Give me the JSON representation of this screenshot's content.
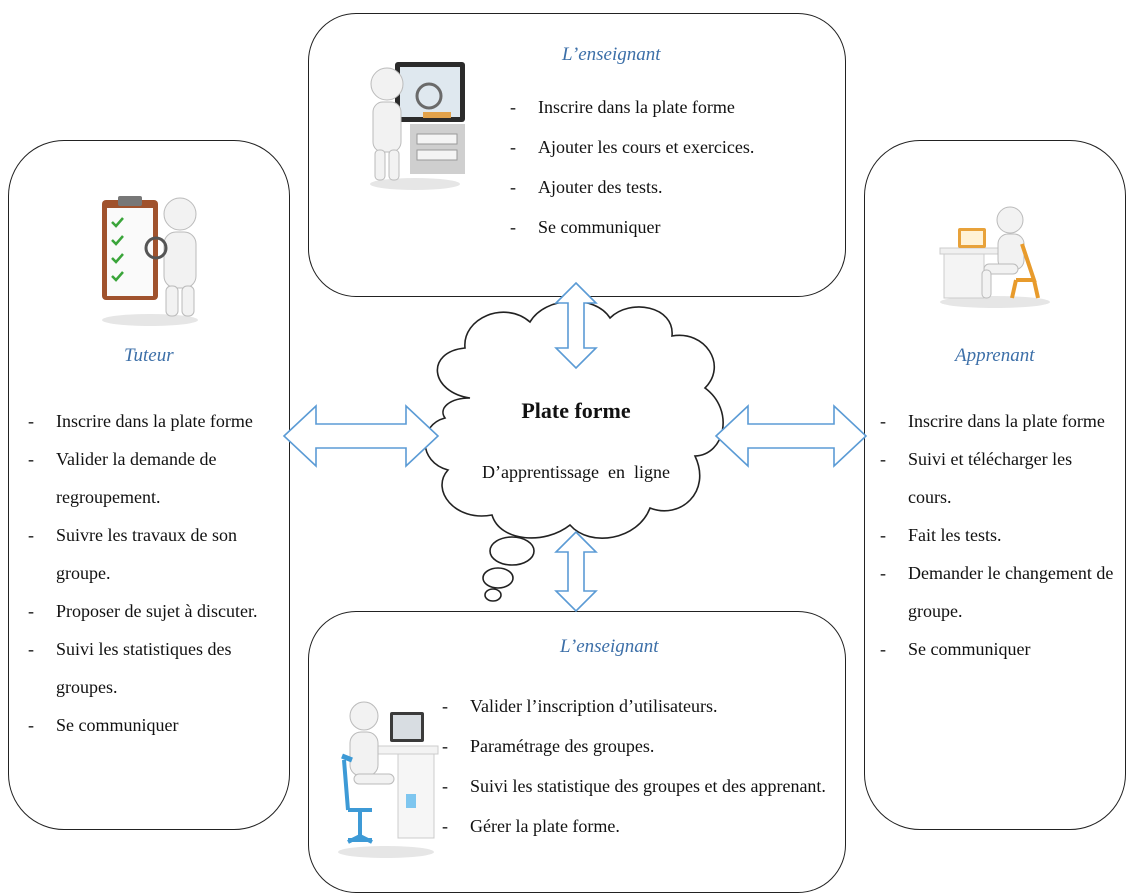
{
  "center": {
    "title": "Plate forme",
    "subtitle": "D’apprentissage  en  ligne"
  },
  "top_panel": {
    "title": "L’enseignant",
    "items": [
      "Inscrire dans la plate forme",
      "Ajouter les cours et exercices.",
      "Ajouter des tests.",
      "Se communiquer"
    ]
  },
  "left_panel": {
    "title": "Tuteur",
    "items": [
      "Inscrire dans la plate forme",
      "Valider la demande de",
      "regroupement.",
      "Suivre les travaux de son",
      "groupe.",
      "Proposer de sujet à discuter.",
      "Suivi les statistiques  des",
      "groupes.",
      "Se communiquer"
    ]
  },
  "right_panel": {
    "title": "Apprenant",
    "items": [
      "Inscrire dans la plate forme",
      "Suivi et télécharger les",
      "cours.",
      "Fait les tests.",
      "Demander le changement de",
      "groupe.",
      "Se communiquer"
    ]
  },
  "bottom_panel": {
    "title": "L’enseignant",
    "items": [
      "Valider l’inscription d’utilisateurs.",
      "Paramétrage des groupes.",
      "Suivi les statistique  des groupes et des apprenant.",
      "Gérer la plate forme."
    ]
  },
  "colors": {
    "title_blue": "#3c6fa8",
    "arrow_stroke": "#5b9bd5",
    "border": "#222222"
  },
  "icons": {
    "top": "person-with-laptop-icon",
    "left": "person-with-checklist-icon",
    "right": "person-at-desk-icon",
    "bottom": "person-at-workstation-icon"
  }
}
